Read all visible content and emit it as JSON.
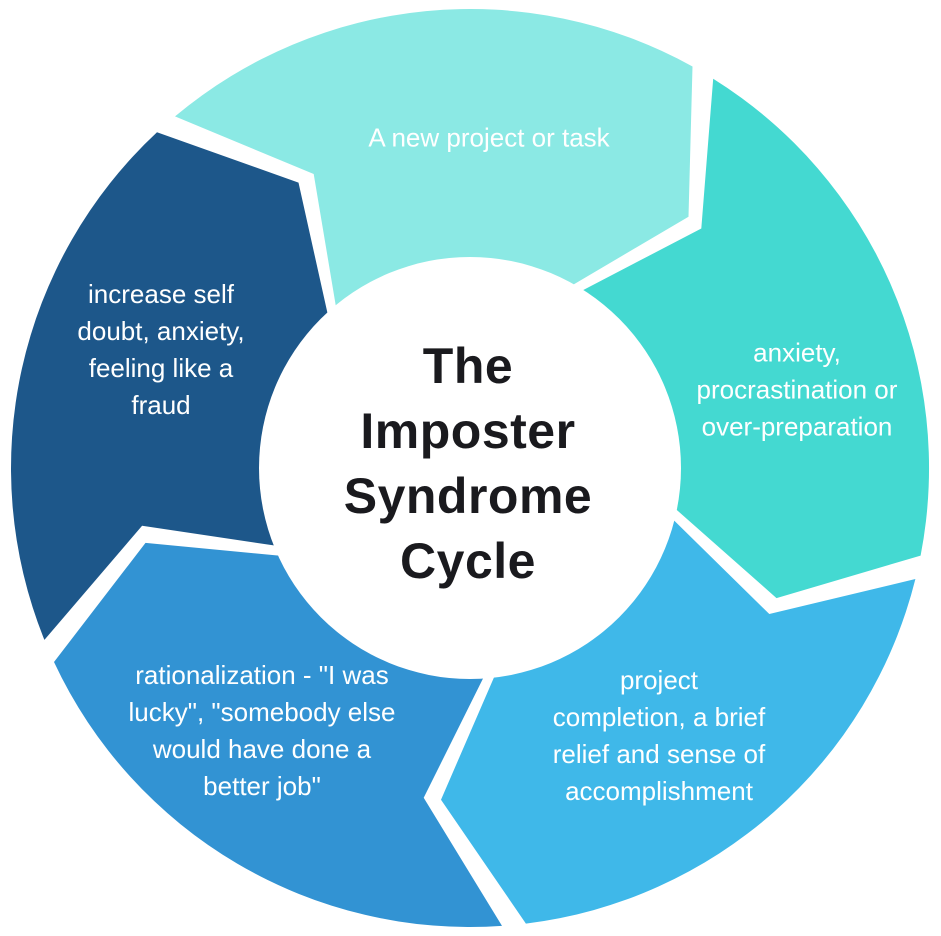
{
  "title": {
    "text": "The\nImposter\nSyndrome\nCycle",
    "color": "#1a1a1e"
  },
  "diagram": {
    "type": "cycle",
    "direction": "clockwise",
    "background_color": "#ffffff",
    "center_circle_color": "#ffffff",
    "label_text_color": "#ffffff",
    "segments": [
      {
        "name": "new-project",
        "label": "A new project or task",
        "color": "#8be9e4",
        "tail_angle": -40
      },
      {
        "name": "anxiety-procrastination",
        "label": "anxiety,\nprocrastination or\nover-preparation",
        "color": "#44d9d1",
        "tail_angle": 32
      },
      {
        "name": "project-completion",
        "label": "project\ncompletion, a brief\nrelief and sense of\naccomplishment",
        "color": "#3fb8e9",
        "tail_angle": 104
      },
      {
        "name": "rationalization",
        "label": "rationalization - \"I was\nlucky\", \"somebody else\nwould have done a\nbetter job\"",
        "color": "#3293d3",
        "tail_angle": 176
      },
      {
        "name": "self-doubt",
        "label": "increase self\ndoubt, anxiety,\nfeeling like a\nfraud",
        "color": "#1d578a",
        "tail_angle": 248
      }
    ]
  }
}
